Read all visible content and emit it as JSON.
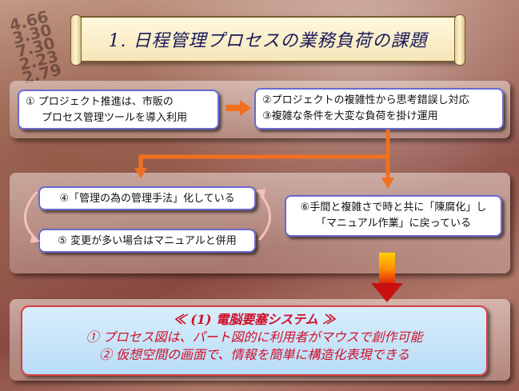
{
  "background_numbers": [
    "4.66",
    "3.30",
    "7.30",
    "2.23",
    "2.79"
  ],
  "title": "1. 日程管理プロセスの業務負荷の課題",
  "row1": {
    "box1": {
      "line1": "① プロジェクト推進は、市販の",
      "line2": "プロセス管理ツールを導入利用"
    },
    "box2": {
      "line1": "②プロジェクトの複雑性から思考錯誤し対応",
      "line2": "③複雑な条件を大変な負荷を掛け運用"
    }
  },
  "row2": {
    "box4": "④「管理の為の管理手法」化している",
    "box5": "⑤ 変更が多い場合はマニュアルと併用",
    "box6": {
      "line1": "⑥手間と複雑さで時と共に「陳腐化」し",
      "line2": "「マニュアル作業」に戻っている"
    }
  },
  "result": {
    "title": "≪ (1) 電脳要塞システム ≫",
    "line1": "① プロセス図は、パート図的に利用者がマウスで創作可能",
    "line2": "② 仮想空間の画面で、情報を簡単に構造化表現できる"
  },
  "colors": {
    "arrow_orange": "#f07020",
    "box_border": "#6a6acf",
    "result_text": "#d0102a",
    "title_text": "#1a1a5a"
  }
}
